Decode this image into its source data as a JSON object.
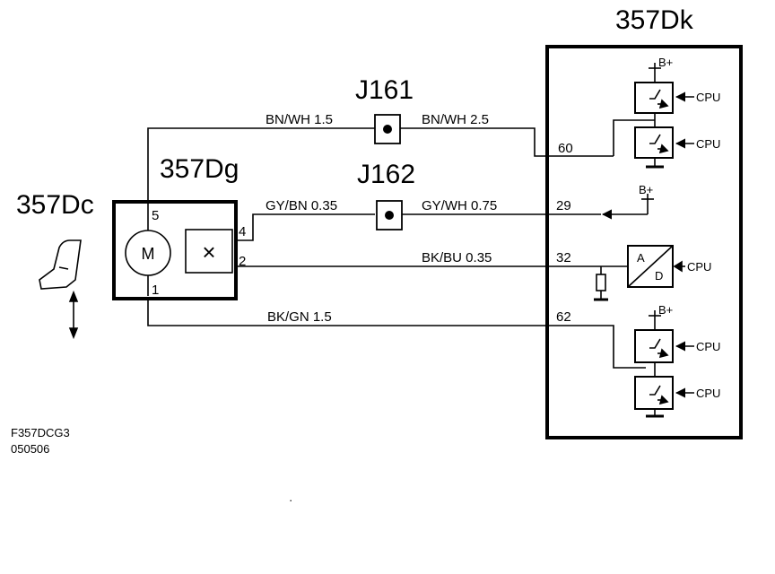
{
  "components": {
    "seat_motor": {
      "label": "357Dc"
    },
    "motor_unit": {
      "label": "357Dg",
      "motor_symbol": "M",
      "sensor_symbol": "×"
    },
    "control_module": {
      "label": "357Dk"
    }
  },
  "connectors": {
    "j161": {
      "label": "J161"
    },
    "j162": {
      "label": "J162"
    }
  },
  "wires": {
    "bn_wh_15": "BN/WH  1.5",
    "bn_wh_25": "BN/WH  2.5",
    "gy_bn_035": "GY/BN  0.35",
    "gy_wh_075": "GY/WH 0.75",
    "bk_bu_035": "BK/BU   0.35",
    "bk_gn_15": "BK/GN  1.5"
  },
  "pins": {
    "motor": {
      "p5": "5",
      "p4": "4",
      "p2": "2",
      "p1": "1"
    },
    "module": {
      "p60": "60",
      "p29": "29",
      "p32": "32",
      "p62": "62"
    }
  },
  "module_internals": {
    "supply_label": "B+",
    "cpu_label": "CPU",
    "adc_a": "A",
    "adc_d": "D"
  },
  "reference": {
    "code": "F357DCG3",
    "date": "050506",
    "stray_mark": "·"
  }
}
